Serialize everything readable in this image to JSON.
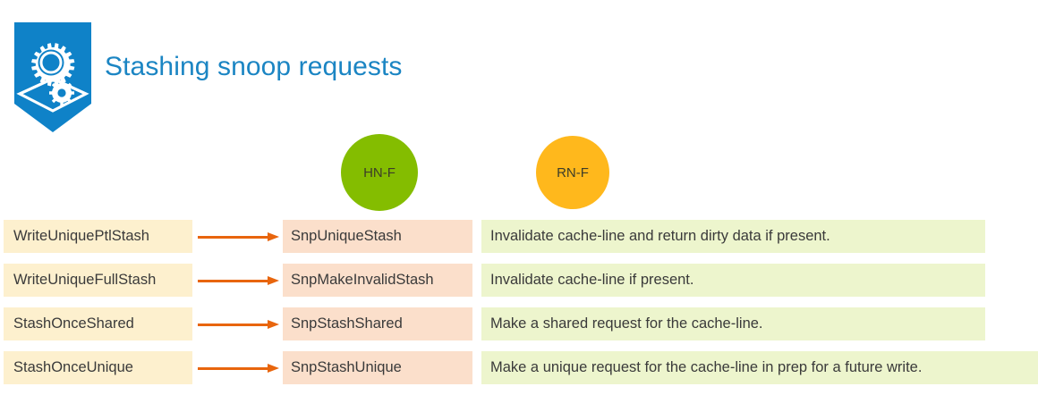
{
  "header": {
    "title": "Stashing snoop requests",
    "badge_icon": "gears-diamond-icon",
    "title_color": "#1b85c3",
    "badge_color": "#0f82c8"
  },
  "nodes": [
    {
      "label": "HN-F",
      "color": "#84bd00",
      "name": "node-hnf"
    },
    {
      "label": "RN-F",
      "color": "#ffb81c",
      "name": "node-rnf"
    }
  ],
  "flow": {
    "arrow_color": "#e8650d",
    "request_bg": "#fdf0ce",
    "snoop_bg": "#fbdfcb",
    "desc_bg": "#edf5cd",
    "rows": [
      {
        "request": "WriteUniquePtlStash",
        "snoop": "SnpUniqueStash",
        "description": "Invalidate cache-line and return dirty data if present."
      },
      {
        "request": "WriteUniqueFullStash",
        "snoop": "SnpMakeInvalidStash",
        "description": "Invalidate cache-line if present."
      },
      {
        "request": "StashOnceShared",
        "snoop": "SnpStashShared",
        "description": "Make a shared request for the cache-line."
      },
      {
        "request": "StashOnceUnique",
        "snoop": "SnpStashUnique",
        "description": "Make a unique request for the cache-line in prep for a future write."
      }
    ]
  }
}
